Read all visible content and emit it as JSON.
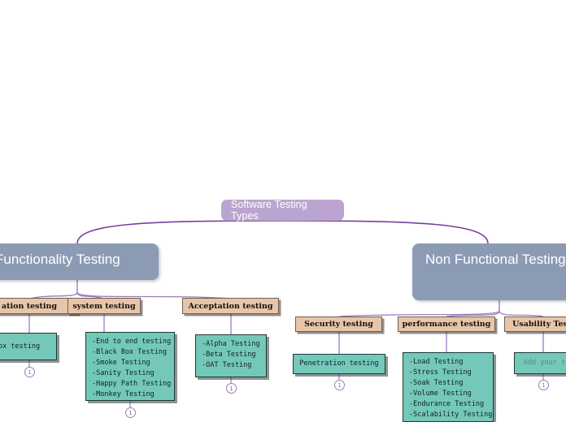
{
  "diagram": {
    "title": "Software Testing Types",
    "colors": {
      "root_fill": "#bba5d0",
      "branch_fill": "#8c9bb4",
      "category_fill": "#e8c5a8",
      "leaf_fill": "#73c8b9",
      "edge_stroke": "#9b7bbd",
      "root_edge_stroke": "#7b3f9d"
    },
    "root": {
      "label": "Software Testing Types"
    },
    "branches": [
      {
        "label": "Functionality Testing"
      },
      {
        "label": "Non Functional Testing"
      }
    ],
    "categories": [
      {
        "label": "ation testing"
      },
      {
        "label": "system testing"
      },
      {
        "label": "Acceptation testing"
      },
      {
        "label": "Security testing"
      },
      {
        "label": "performance testing"
      },
      {
        "label": "Usability Tes"
      }
    ],
    "leaves": {
      "white_box": {
        "label": "box testing"
      },
      "system": {
        "items": [
          "-End to end testing",
          "-Black Box Testing",
          "-Smoke Testing",
          "-Sanity Testing",
          "-Happy Path Testing",
          "-Monkey Testing"
        ]
      },
      "acceptation": {
        "items": [
          "-Alpha Testing",
          "-Beta Testing",
          "-OAT Testing"
        ]
      },
      "security": {
        "label": "Penetration testing"
      },
      "performance": {
        "items": [
          "-Load Testing",
          "-Stress Testing",
          "-Soak Testing",
          "-Volume Testing",
          "-Endurance Testing",
          "-Scalability Testing"
        ]
      },
      "usability": {
        "placeholder": "Add your te"
      }
    },
    "badges": [
      {
        "label": "1"
      },
      {
        "label": "1"
      },
      {
        "label": "1"
      },
      {
        "label": "1"
      },
      {
        "label": "1"
      }
    ]
  }
}
